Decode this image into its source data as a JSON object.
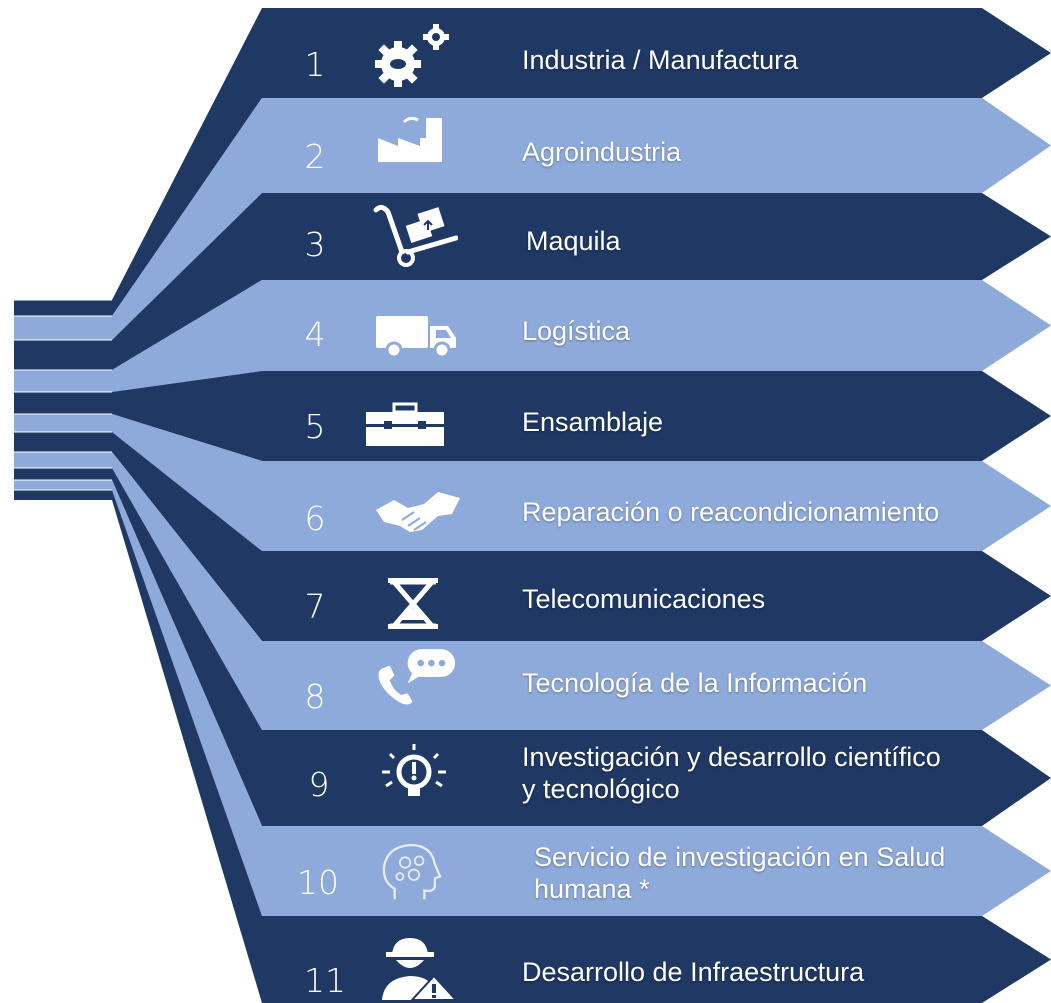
{
  "items": [
    {
      "number": "1",
      "label": "Industria / Manufactura",
      "label_line2": "",
      "icon": "gears-icon",
      "band": "dark"
    },
    {
      "number": "2",
      "label": "Agroindustria",
      "label_line2": "",
      "icon": "factory-icon",
      "band": "light"
    },
    {
      "number": "3",
      "label": "Maquila",
      "label_line2": "",
      "icon": "hand-truck-icon",
      "band": "dark"
    },
    {
      "number": "4",
      "label": "Logística",
      "label_line2": "",
      "icon": "truck-icon",
      "band": "light"
    },
    {
      "number": "5",
      "label": "Ensamblaje",
      "label_line2": "",
      "icon": "toolbox-icon",
      "band": "dark"
    },
    {
      "number": "6",
      "label": "Reparación  o reacondicionamiento",
      "label_line2": "",
      "icon": "handshake-icon",
      "band": "light"
    },
    {
      "number": "7",
      "label": "Telecomunicaciones",
      "label_line2": "",
      "icon": "hourglass-icon",
      "band": "dark"
    },
    {
      "number": "8",
      "label": "Tecnología de la Información",
      "label_line2": "",
      "icon": "phone-chat-icon",
      "band": "light"
    },
    {
      "number": "9",
      "label": "Investigación y desarrollo científico",
      "label_line2": "y tecnológico",
      "icon": "lightbulb-idea-icon",
      "band": "dark"
    },
    {
      "number": "10",
      "label": "Servicio de investigación en Salud",
      "label_line2": "humana *",
      "icon": "head-gears-icon",
      "band": "light"
    },
    {
      "number": "11",
      "label": "Desarrollo de Infraestructura",
      "label_line2": "",
      "icon": "construction-worker-icon",
      "band": "dark"
    }
  ],
  "colors": {
    "dark": "#1f3864",
    "light": "#8eaadb",
    "background": "#ffffff"
  }
}
